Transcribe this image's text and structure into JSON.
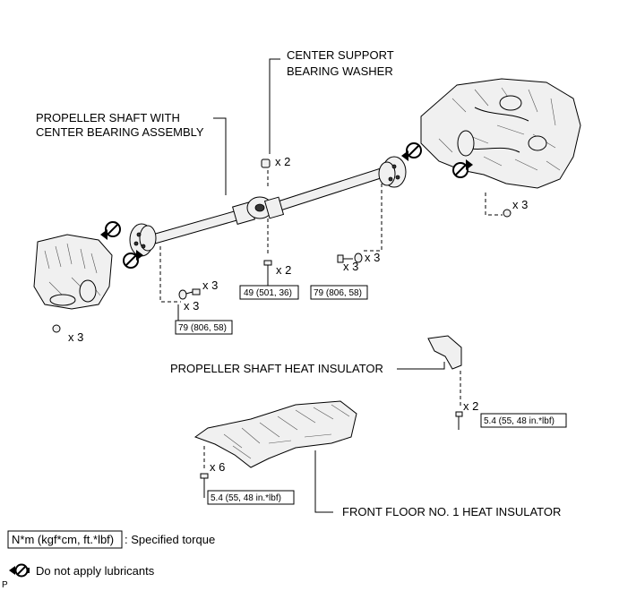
{
  "labels": {
    "center_washer_1": "CENTER SUPPORT",
    "center_washer_2": "BEARING WASHER",
    "shaft_1": "PROPELLER SHAFT WITH",
    "shaft_2": "CENTER BEARING ASSEMBLY",
    "heat_insulator": "PROPELLER SHAFT HEAT INSULATOR",
    "floor_insulator": "FRONT FLOOR NO. 1 HEAT INSULATOR"
  },
  "quantities": {
    "washer": "x 2",
    "rear_nuts": "x 3",
    "support_bolts": "x 2",
    "front_bolts": "x 3",
    "front_washers": "x 3",
    "rear_bolts": "x 3",
    "rear_washers": "x 3",
    "trans_nuts": "x 3",
    "insulator_bolts": "x 2",
    "floor_nuts": "x 6"
  },
  "torques": {
    "center_support": "49 (501, 36)",
    "front_flange": "79 (806, 58)",
    "rear_flange": "79 (806, 58)",
    "heat_insulator": "5.4 (55, 48 in.*lbf)",
    "floor_insulator": "5.4 (55, 48 in.*lbf)"
  },
  "legend": {
    "torque_box": "N*m (kgf*cm, ft.*lbf)",
    "torque_text": ": Specified torque",
    "lubricant_text": "Do not apply lubricants"
  },
  "corner_mark": "P",
  "icons": {
    "no_lubricant": "no-lubricant-icon"
  }
}
